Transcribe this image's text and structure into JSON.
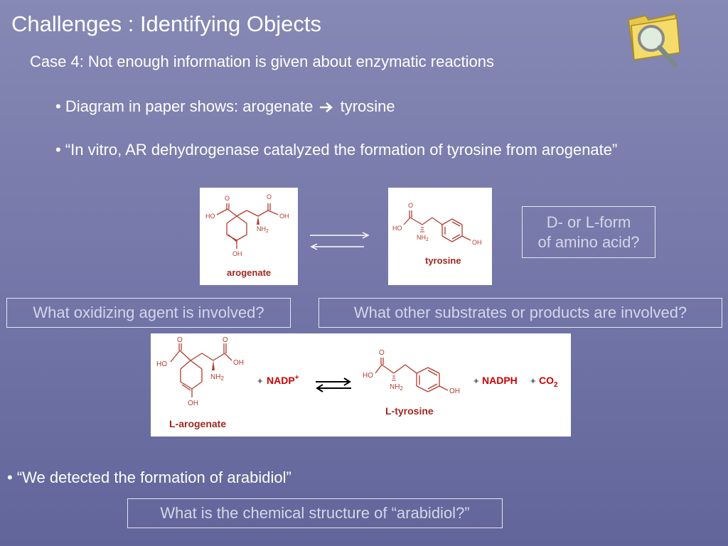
{
  "slide": {
    "title": "Challenges : Identifying Objects",
    "subtitle": "Case 4: Not enough information is given about enzymatic reactions",
    "bullets": [
      "• Diagram in paper shows: arogenate",
      "tyrosine",
      "• “In vitro, AR dehydrogenase catalyzed the formation of tyrosine from arogenate”",
      "• “We detected the formation of arabidiol”"
    ]
  },
  "questions": {
    "d_or_l_line1": "D- or L-form",
    "d_or_l_line2": "of amino acid?",
    "oxidizing_agent": "What oxidizing agent is involved?",
    "other_substrates": "What other substrates or products are involved?",
    "arabidiol_structure": "What is the chemical structure of “arabidiol?”"
  },
  "diagram1": {
    "arogenate_label": "arogenate",
    "tyrosine_label": "tyrosine"
  },
  "diagram2": {
    "larogenate_label": "L-arogenate",
    "ltyrosine_label": "L-tyrosine",
    "plus1": "+",
    "nadp": "NADP",
    "nadp_sup": "+",
    "plus2": "+",
    "nadph": "NADPH",
    "plus3": "+",
    "co2": "CO",
    "co2_sub": "2"
  },
  "chem_labels": {
    "O": "O",
    "HO": "HO",
    "OH": "OH",
    "NH2": "NH",
    "sub2": "2"
  },
  "icons": [
    "folder-magnifier-icon",
    "right-arrow-icon"
  ],
  "colors": {
    "structure": "#b23b2e",
    "reagent": "#cc0000",
    "label": "#a0281e"
  }
}
